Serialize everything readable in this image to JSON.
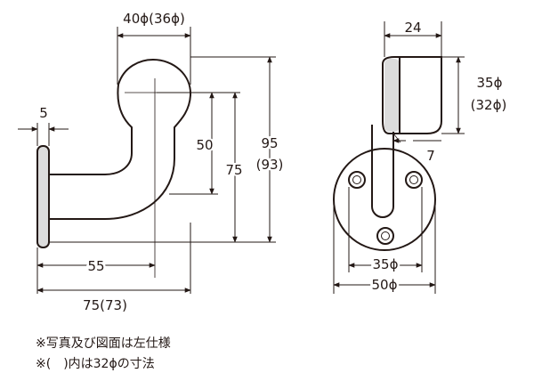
{
  "side_view": {
    "dim_head_diameter": "40ϕ(36ϕ)",
    "dim_plate_thickness": "5",
    "dim_center_height": "50",
    "dim_mid_height": "75",
    "dim_total_height_main": "95",
    "dim_total_height_alt": "(93)",
    "dim_reach": "55",
    "dim_total_depth": "75(73)"
  },
  "front_view": {
    "dim_top_width": "24",
    "dim_diameter_main": "35ϕ",
    "dim_diameter_alt": "(32ϕ)",
    "dim_stem_offset": "7",
    "dim_screw_pitch": "35ϕ",
    "dim_base_diameter": "50ϕ"
  },
  "notes": [
    "※写真及び図面は左仕様",
    "※(　)内は32ϕの寸法"
  ],
  "colors": {
    "line": "#231815",
    "shade": "#dcdcdc"
  }
}
